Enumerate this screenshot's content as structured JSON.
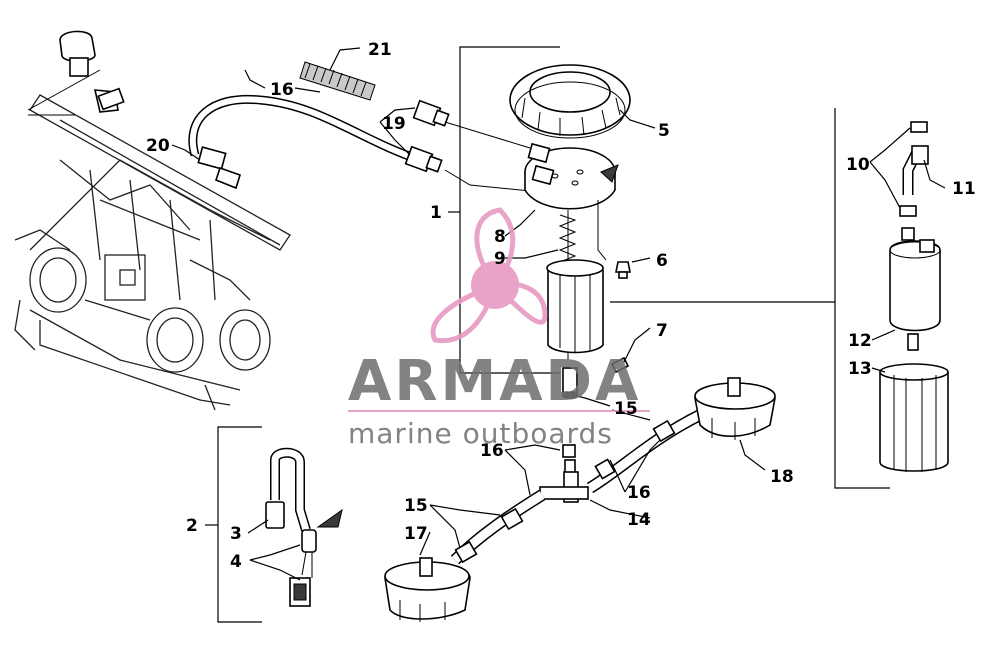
{
  "callouts": [
    {
      "id": "c1",
      "label": "1"
    },
    {
      "id": "c2",
      "label": "2"
    },
    {
      "id": "c3",
      "label": "3"
    },
    {
      "id": "c4",
      "label": "4"
    },
    {
      "id": "c5",
      "label": "5"
    },
    {
      "id": "c6",
      "label": "6"
    },
    {
      "id": "c7",
      "label": "7"
    },
    {
      "id": "c8",
      "label": "8"
    },
    {
      "id": "c9",
      "label": "9"
    },
    {
      "id": "c10",
      "label": "10"
    },
    {
      "id": "c11",
      "label": "11"
    },
    {
      "id": "c12",
      "label": "12"
    },
    {
      "id": "c13",
      "label": "13"
    },
    {
      "id": "c14",
      "label": "14"
    },
    {
      "id": "c15a",
      "label": "15"
    },
    {
      "id": "c15b",
      "label": "15"
    },
    {
      "id": "c16a",
      "label": "16"
    },
    {
      "id": "c16b",
      "label": "16"
    },
    {
      "id": "c16c",
      "label": "16"
    },
    {
      "id": "c17",
      "label": "17"
    },
    {
      "id": "c18",
      "label": "18"
    },
    {
      "id": "c19",
      "label": "19"
    },
    {
      "id": "c20",
      "label": "20"
    },
    {
      "id": "c21",
      "label": "21"
    }
  ],
  "watermark": {
    "brand": "ARMADA",
    "tagline": "marine outboards",
    "logo_color": "#e79ac4",
    "text_color": "#6e6e6e",
    "line_color": "#e79ac4"
  }
}
